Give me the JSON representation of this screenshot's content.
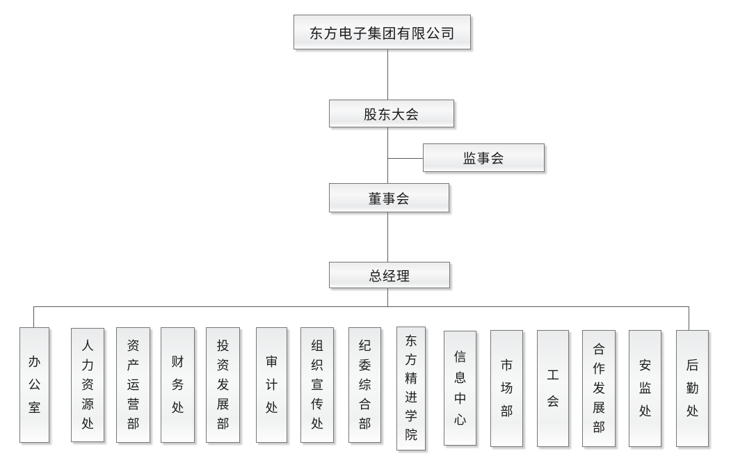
{
  "org_chart": {
    "root": {
      "label": "东方电子集团有限公司"
    },
    "shareholders_meeting": {
      "label": "股东大会"
    },
    "supervisory_board": {
      "label": "监事会"
    },
    "board_of_directors": {
      "label": "董事会"
    },
    "general_manager": {
      "label": "总经理"
    },
    "departments": [
      {
        "label": "办公室"
      },
      {
        "label": "人力资源处"
      },
      {
        "label": "资产运营部"
      },
      {
        "label": "财务处"
      },
      {
        "label": "投资发展部"
      },
      {
        "label": "审计处"
      },
      {
        "label": "组织宣传处"
      },
      {
        "label": "纪委综合部"
      },
      {
        "label": "东方精进学院"
      },
      {
        "label": "信息中心"
      },
      {
        "label": "市场部"
      },
      {
        "label": "工会"
      },
      {
        "label": "合作发展部"
      },
      {
        "label": "安监处"
      },
      {
        "label": "后勤处"
      }
    ]
  },
  "colors": {
    "background": "#ffffff",
    "node_border": "#767676",
    "node_fill_top": "#ececed",
    "node_fill_bottom": "#fdfdfd",
    "connector_line": "#5a5a5a",
    "text": "#1b1b1b",
    "shadow": "#c9c9c9"
  }
}
